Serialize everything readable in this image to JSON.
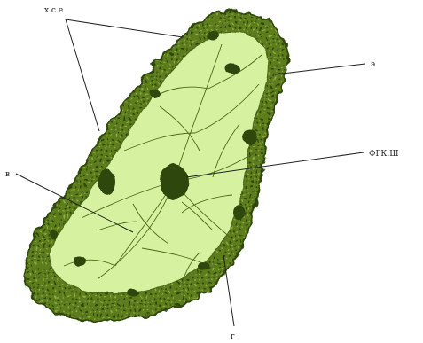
{
  "labels": {
    "top_left": "x.c.e",
    "top_right": "э",
    "right": "ФГК.Ш",
    "left": "в",
    "bottom": "г"
  },
  "colors": {
    "outer_rim": "#3f5a12",
    "rim_mid": "#6f8f2a",
    "inner": "#d6f2a0",
    "veins": "#4c6b1a",
    "dark_spots": "#2f4609"
  }
}
